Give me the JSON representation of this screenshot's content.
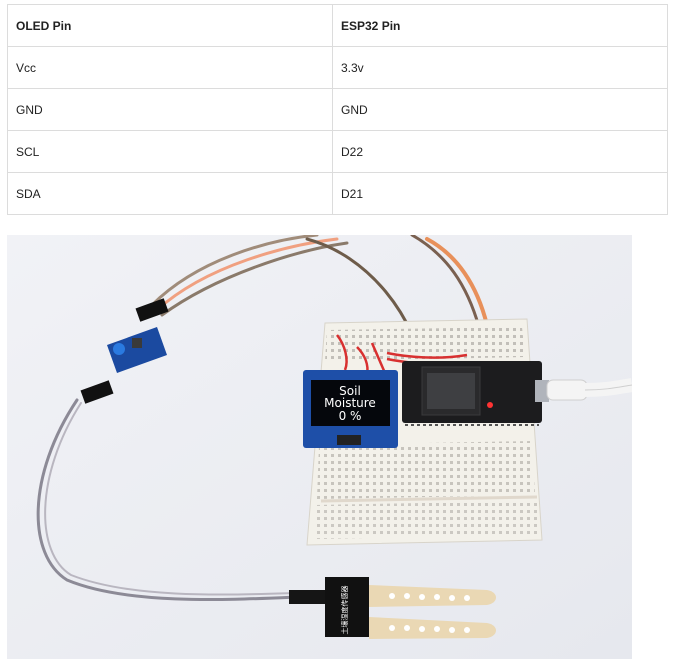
{
  "table": {
    "headers": [
      "OLED Pin",
      "ESP32 Pin"
    ],
    "rows": [
      [
        "Vcc",
        "3.3v"
      ],
      [
        "GND",
        "GND"
      ],
      [
        "SCL",
        "D22"
      ],
      [
        "SDA",
        "D21"
      ]
    ]
  },
  "photo": {
    "oled_display": {
      "line1": "Soil",
      "line2": "Moisture",
      "line3": "0 %"
    },
    "probe_label": "土壤湿度传感器"
  }
}
